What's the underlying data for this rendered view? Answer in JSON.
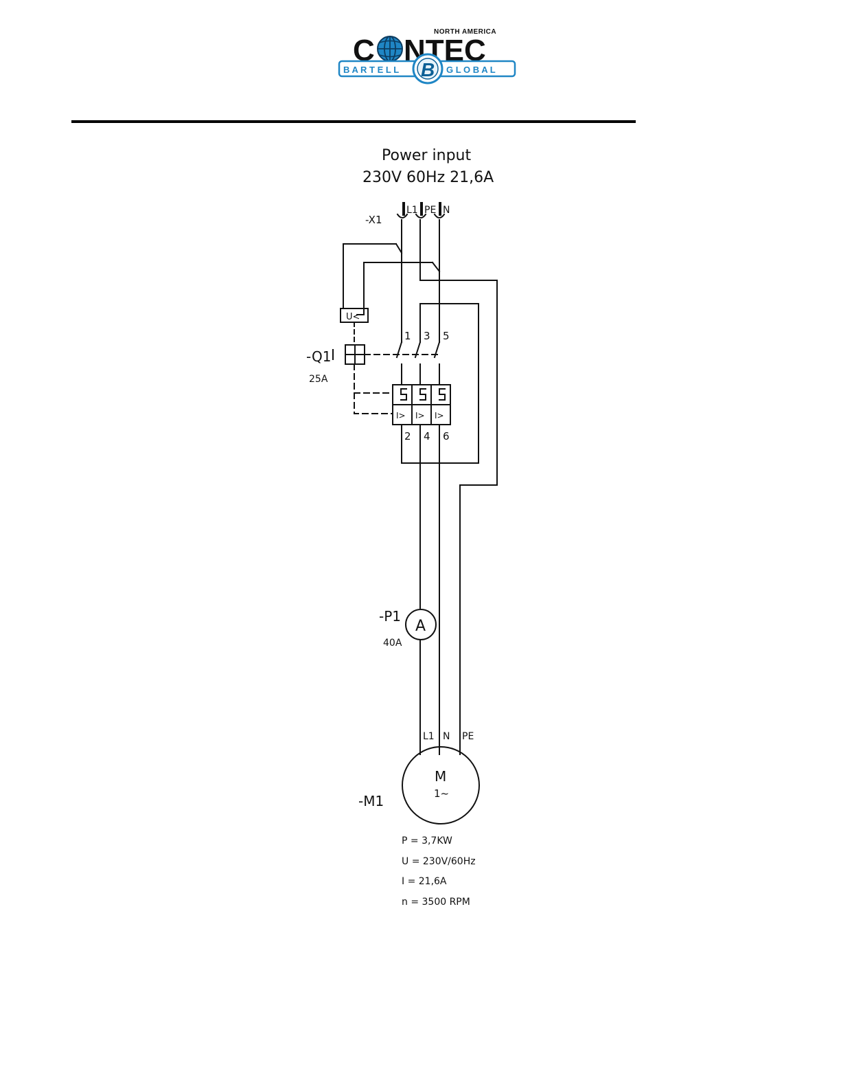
{
  "logo": {
    "region": "NORTH AMERICA",
    "brand_left": "C",
    "brand_right": "NTEC",
    "sub_left": "B A R T E L L",
    "sub_right": "G L O B A L",
    "badge_letter": "B",
    "colors": {
      "primary": "#000000",
      "accent": "#1f86c5",
      "accent_dark": "#0c5f95"
    }
  },
  "diagram": {
    "title_line1": "Power input",
    "title_line2": "230V 60Hz 21,6A",
    "terminal_block": "-X1",
    "terminals": [
      "L1",
      "PE",
      "N"
    ],
    "undervoltage_release": "U<",
    "breaker": {
      "tag": "-Q1",
      "rating": "25A",
      "top_contacts": [
        "1",
        "3",
        "5"
      ],
      "bottom_contacts": [
        "2",
        "4",
        "6"
      ],
      "overcurrent_symbol": "I>"
    },
    "ammeter": {
      "tag": "-P1",
      "symbol": "A",
      "rating": "40A"
    },
    "motor": {
      "tag": "-M1",
      "symbol": "M",
      "phase": "1~",
      "leads": [
        "L1",
        "N",
        "PE"
      ],
      "specs": [
        "P = 3,7KW",
        "U = 230V/60Hz",
        "I = 21,6A",
        "n = 3500 RPM"
      ]
    }
  }
}
